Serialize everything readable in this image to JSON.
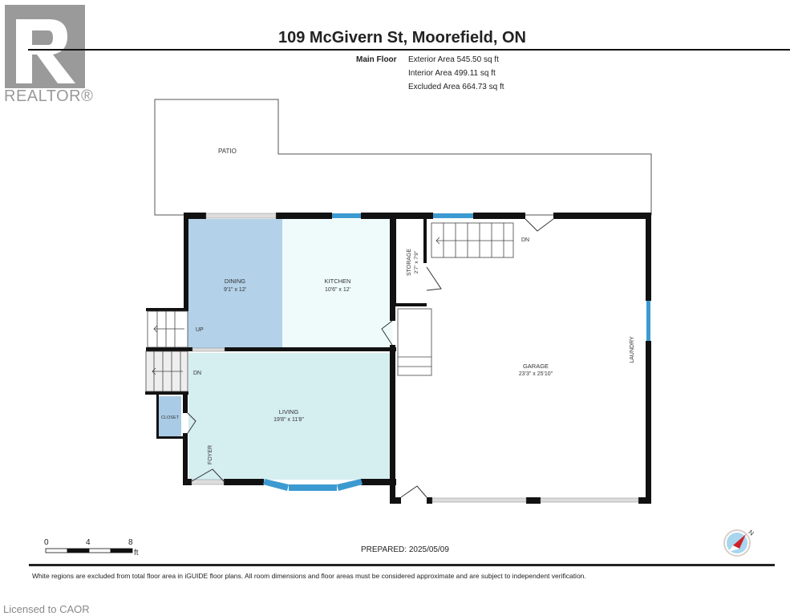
{
  "header": {
    "title": "109 McGivern St, Moorefield, ON",
    "logo_text": "REALTOR®",
    "floor_name": "Main Floor",
    "areas": [
      "Exterior Area 545.50 sq ft",
      "Interior Area 499.11 sq ft",
      "Excluded Area 664.73 sq ft"
    ]
  },
  "rooms": {
    "patio": {
      "name": "PATIO"
    },
    "dining": {
      "name": "DINING",
      "dims": "9'1\" x 12'"
    },
    "kitchen": {
      "name": "KITCHEN",
      "dims": "10'6\" x 12'"
    },
    "storage": {
      "name": "STORAGE",
      "dims": "2'7\" x 7'9\""
    },
    "living": {
      "name": "LIVING",
      "dims": "19'8\" x 11'8\""
    },
    "garage": {
      "name": "GARAGE",
      "dims": "23'3\" x 25'10\""
    },
    "laundry": {
      "name": "LAUNDRY"
    },
    "closet": {
      "name": "CLOSET"
    },
    "foyer": {
      "name": "FOYER"
    }
  },
  "stairs": {
    "up": "UP",
    "down_left": "DN",
    "down_garage": "DN"
  },
  "scale": {
    "labels": [
      "0",
      "4",
      "8"
    ],
    "unit": "ft"
  },
  "compass": {
    "label": "N"
  },
  "footer": {
    "prepared": "PREPARED: 2025/05/09",
    "disclaimer": "White regions are excluded from total floor area in iGUIDE floor plans. All room dimensions and floor areas must be considered approximate and are subject to independent verification.",
    "licensed": "Licensed to CAOR"
  },
  "colors": {
    "dining": "#b3d1e8",
    "kitchen": "#effbfb",
    "living": "#d5eef0",
    "closet": "#a9cbe6",
    "window": "#3d9ad1",
    "wall": "#111111"
  }
}
